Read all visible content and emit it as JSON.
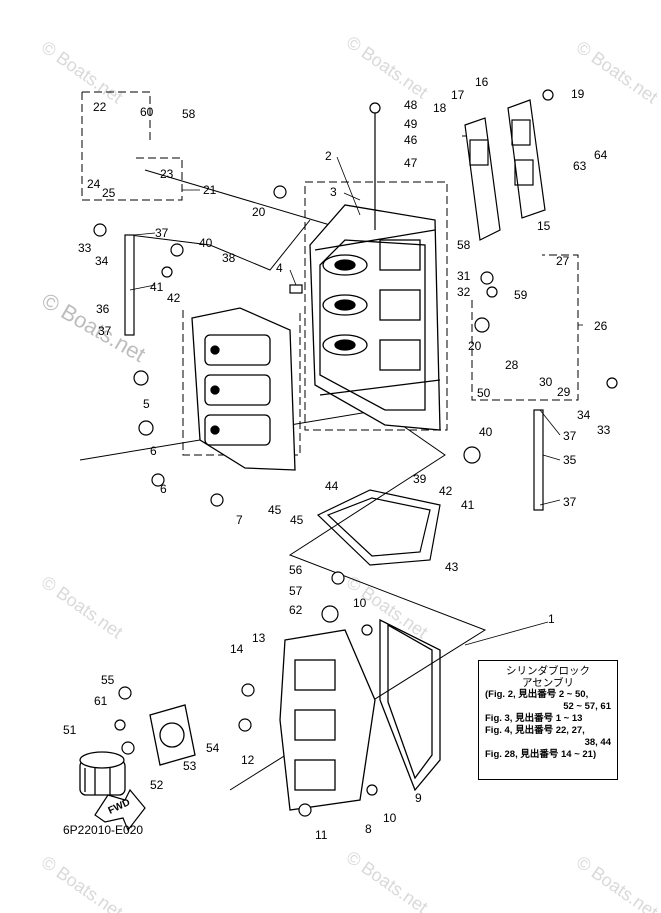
{
  "watermark": "© Boats.net",
  "diagram_code": "6P22010-E020",
  "legend": {
    "title_line1": "シリンダブロック",
    "title_line2": "アセンブリ",
    "rows": [
      "(Fig. 2, 見出番号  2 ~ 50,",
      "52 ~ 57, 61",
      "Fig. 3, 見出番号  1 ~ 13",
      "Fig. 4, 見出番号  22, 27,",
      "38, 44",
      "Fig. 28, 見出番号  14 ~ 21)"
    ],
    "number": "1"
  },
  "fwd_label": "FWD",
  "callouts": [
    "1",
    "2",
    "3",
    "4",
    "5",
    "6",
    "6",
    "7",
    "8",
    "9",
    "10",
    "10",
    "11",
    "12",
    "13",
    "14",
    "15",
    "16",
    "17",
    "18",
    "19",
    "20",
    "20",
    "21",
    "22",
    "23",
    "24",
    "25",
    "26",
    "27",
    "28",
    "29",
    "30",
    "31",
    "32",
    "33",
    "33",
    "34",
    "34",
    "35",
    "36",
    "37",
    "37",
    "37",
    "37",
    "38",
    "39",
    "40",
    "40",
    "41",
    "41",
    "42",
    "42",
    "43",
    "44",
    "45",
    "45",
    "46",
    "47",
    "48",
    "49",
    "50",
    "51",
    "52",
    "53",
    "54",
    "55",
    "56",
    "57",
    "58",
    "58",
    "59",
    "60",
    "61",
    "62",
    "63",
    "64"
  ]
}
